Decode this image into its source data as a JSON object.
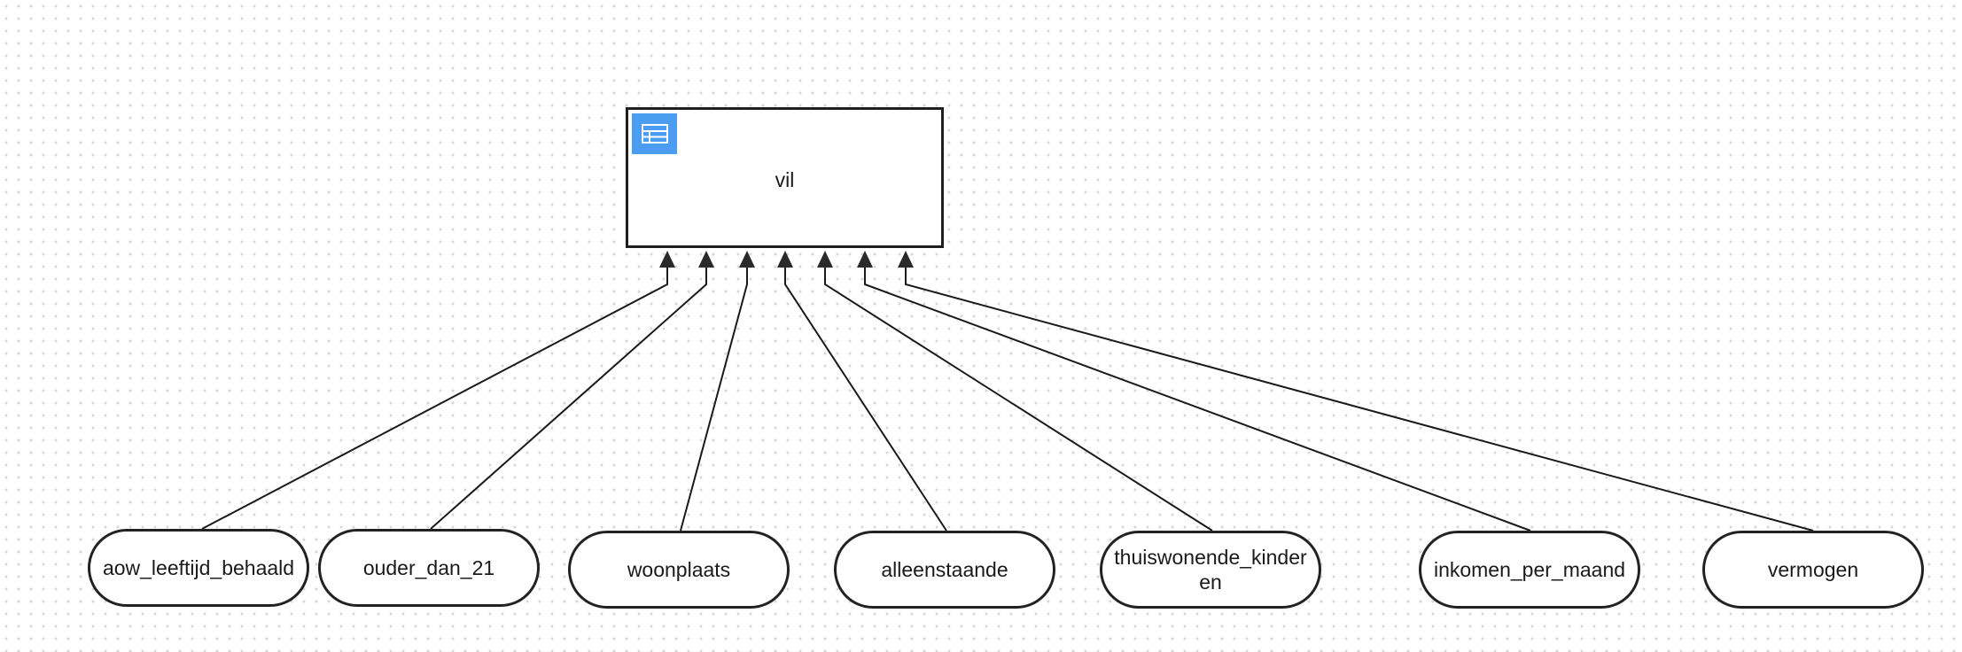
{
  "diagram": {
    "target": {
      "label": "vil",
      "icon": "table-icon",
      "badge_color": "#4a9df1"
    },
    "inputs": [
      {
        "id": "aow_leeftijd_behaald",
        "label": "aow_leeftijd_behaald"
      },
      {
        "id": "ouder_dan_21",
        "label": "ouder_dan_21"
      },
      {
        "id": "woonplaats",
        "label": "woonplaats"
      },
      {
        "id": "alleenstaande",
        "label": "alleenstaande"
      },
      {
        "id": "thuiswonende_kinderen",
        "label": "thuiswonende_kinderen"
      },
      {
        "id": "inkomen_per_maand",
        "label": "inkomen_per_maand"
      },
      {
        "id": "vermogen",
        "label": "vermogen"
      }
    ],
    "edges": [
      {
        "from": "aow_leeftijd_behaald",
        "to": "vil"
      },
      {
        "from": "ouder_dan_21",
        "to": "vil"
      },
      {
        "from": "woonplaats",
        "to": "vil"
      },
      {
        "from": "alleenstaande",
        "to": "vil"
      },
      {
        "from": "thuiswonende_kinderen",
        "to": "vil"
      },
      {
        "from": "inkomen_per_maand",
        "to": "vil"
      },
      {
        "from": "vermogen",
        "to": "vil"
      }
    ]
  }
}
